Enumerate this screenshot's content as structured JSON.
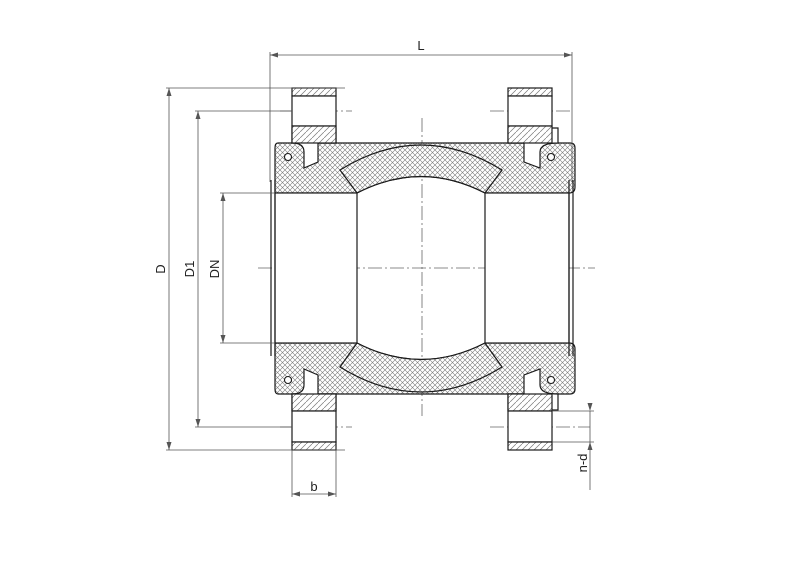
{
  "drawing": {
    "labels": {
      "length": "L",
      "outer_diameter": "D",
      "bolt_circle_diameter": "D1",
      "nominal_diameter": "DN",
      "flange_thickness": "b",
      "bolt_holes": "n-d"
    }
  },
  "colors": {
    "line": "#1a1a1a",
    "hatch": "#6b6b6b",
    "dimension": "#555555",
    "background": "#ffffff"
  }
}
